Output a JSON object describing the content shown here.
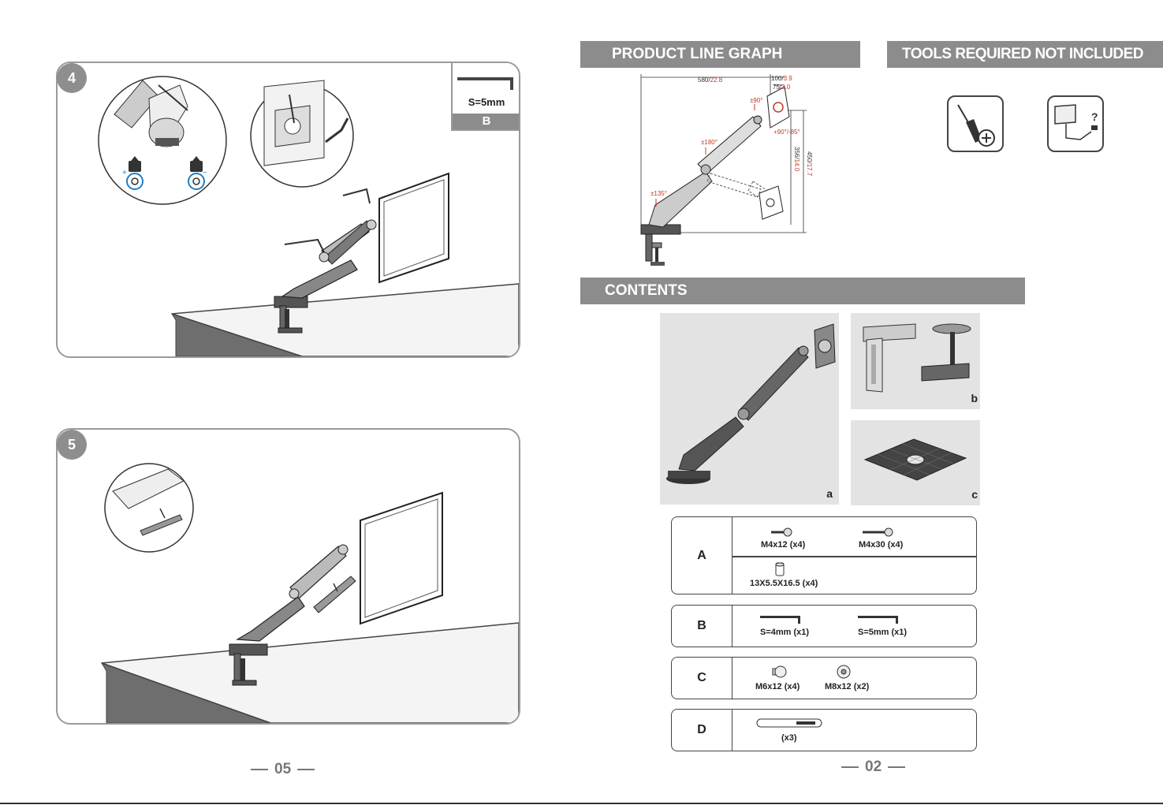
{
  "steps": [
    {
      "number": "4",
      "tool_size": "S=5mm",
      "tool_letter": "B"
    },
    {
      "number": "5"
    }
  ],
  "sections": {
    "product_line_graph": "PRODUCT LINE GRAPH",
    "tools_required": "TOOLS REQUIRED NOT INCLUDED",
    "contents": "CONTENTS"
  },
  "dimensions": {
    "width_label": "580/",
    "width_inch": "22.8",
    "vesa_top": "100/",
    "vesa_top_inch": "3.9",
    "vesa_bottom": "75/",
    "vesa_bottom_inch": "3.0",
    "rot_90": "±90°",
    "rot_180": "±180°",
    "rot_135": "±135°",
    "tilt": "+90°/-85°",
    "height_1": "356/",
    "height_1_inch": "14.0",
    "height_2": "450/",
    "height_2_inch": "17.7"
  },
  "parts": {
    "a": "a",
    "b": "b",
    "c": "c"
  },
  "hardware": {
    "A": {
      "letter": "A",
      "items": [
        "M4x12 (x4)",
        "M4x30 (x4)",
        "13X5.5X16.5 (x4)"
      ]
    },
    "B": {
      "letter": "B",
      "items": [
        "S=4mm (x1)",
        "S=5mm (x1)"
      ]
    },
    "C": {
      "letter": "C",
      "items": [
        "M6x12 (x4)",
        "M8x12 (x2)"
      ]
    },
    "D": {
      "letter": "D",
      "items": [
        "(x3)"
      ]
    }
  },
  "page_numbers": {
    "left": "05",
    "right": "02"
  },
  "colors": {
    "bar_gray": "#8c8c8c",
    "dimension_red": "#c0392b",
    "panel_border": "#9a9a9a"
  }
}
